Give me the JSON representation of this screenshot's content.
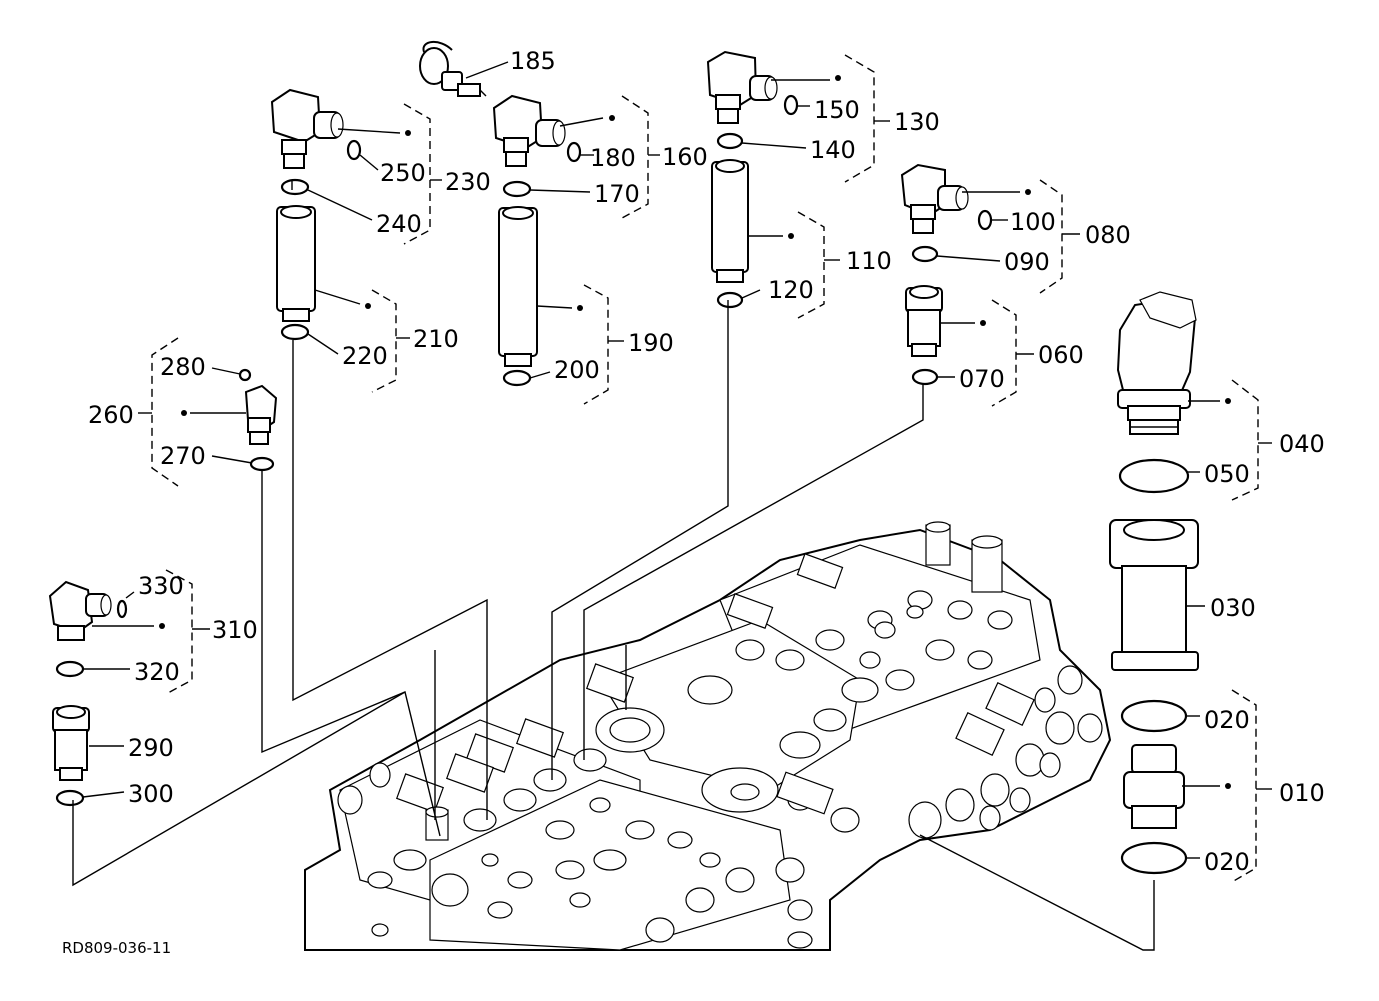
{
  "drawing_code": "RD809-036-11",
  "callouts": {
    "p010": "010",
    "p020a": "020",
    "p020b": "020",
    "p030": "030",
    "p040": "040",
    "p050": "050",
    "p060": "060",
    "p070": "070",
    "p080": "080",
    "p090": "090",
    "p100": "100",
    "p110": "110",
    "p120": "120",
    "p130": "130",
    "p140": "140",
    "p150": "150",
    "p160": "160",
    "p170": "170",
    "p180": "180",
    "p185": "185",
    "p190": "190",
    "p200": "200",
    "p210": "210",
    "p220": "220",
    "p230": "230",
    "p240": "240",
    "p250": "250",
    "p260": "260",
    "p270": "270",
    "p280": "280",
    "p290": "290",
    "p300": "300",
    "p310": "310",
    "p320": "320",
    "p330": "330"
  }
}
